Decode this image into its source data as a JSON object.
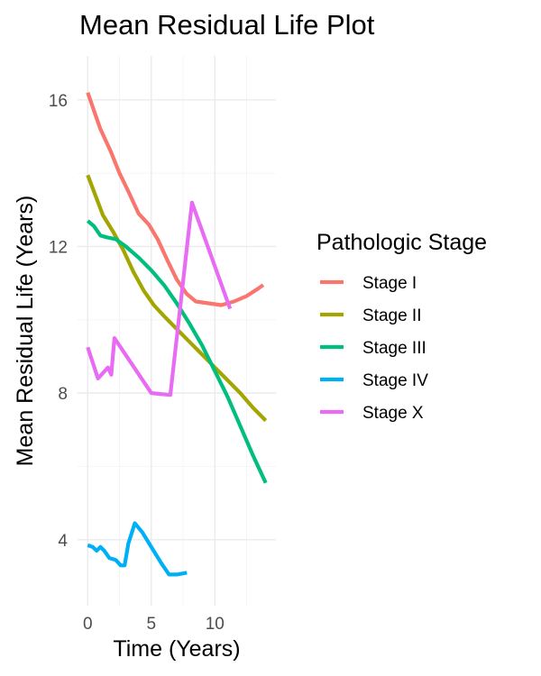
{
  "chart_data": {
    "type": "line",
    "title": "Mean Residual Life Plot",
    "xlabel": "Time (Years)",
    "ylabel": "Mean Residual Life (Years)",
    "xlim": [
      -0.8,
      14.8
    ],
    "ylim": [
      2.2,
      17.2
    ],
    "x_ticks": [
      0,
      5,
      10
    ],
    "y_ticks": [
      4,
      8,
      12,
      16
    ],
    "grid": true,
    "legend": {
      "title": "Pathologic Stage",
      "position": "right"
    },
    "series": [
      {
        "name": "Stage I",
        "color": "#F8766D",
        "points": [
          [
            0,
            16.2
          ],
          [
            0.5,
            15.7
          ],
          [
            1,
            15.2
          ],
          [
            1.8,
            14.6
          ],
          [
            2.5,
            14.0
          ],
          [
            3.2,
            13.5
          ],
          [
            4,
            12.9
          ],
          [
            4.8,
            12.6
          ],
          [
            5.5,
            12.2
          ],
          [
            6.3,
            11.6
          ],
          [
            7,
            11.1
          ],
          [
            7.8,
            10.7
          ],
          [
            8.5,
            10.5
          ],
          [
            9.5,
            10.45
          ],
          [
            10.5,
            10.4
          ],
          [
            11.5,
            10.5
          ],
          [
            12.5,
            10.65
          ],
          [
            13.4,
            10.85
          ],
          [
            13.8,
            10.95
          ]
        ]
      },
      {
        "name": "Stage II",
        "color": "#A3A500",
        "points": [
          [
            0,
            13.95
          ],
          [
            0.6,
            13.4
          ],
          [
            1.2,
            12.85
          ],
          [
            2,
            12.4
          ],
          [
            2.8,
            11.9
          ],
          [
            3.6,
            11.3
          ],
          [
            4.4,
            10.8
          ],
          [
            5.2,
            10.4
          ],
          [
            6,
            10.1
          ],
          [
            7,
            9.75
          ],
          [
            8,
            9.4
          ],
          [
            9,
            9.05
          ],
          [
            10,
            8.7
          ],
          [
            11,
            8.35
          ],
          [
            12,
            8.0
          ],
          [
            13,
            7.6
          ],
          [
            14,
            7.25
          ]
        ]
      },
      {
        "name": "Stage III",
        "color": "#00BF7D",
        "points": [
          [
            0,
            12.7
          ],
          [
            0.5,
            12.55
          ],
          [
            1,
            12.3
          ],
          [
            1.5,
            12.25
          ],
          [
            2.2,
            12.2
          ],
          [
            3,
            12.0
          ],
          [
            4,
            11.7
          ],
          [
            5,
            11.35
          ],
          [
            6,
            10.95
          ],
          [
            7,
            10.45
          ],
          [
            8,
            9.9
          ],
          [
            9,
            9.3
          ],
          [
            10,
            8.6
          ],
          [
            11,
            7.9
          ],
          [
            12,
            7.1
          ],
          [
            13,
            6.3
          ],
          [
            14,
            5.55
          ]
        ]
      },
      {
        "name": "Stage IV",
        "color": "#00B0F6",
        "points": [
          [
            0,
            3.85
          ],
          [
            0.4,
            3.8
          ],
          [
            0.7,
            3.7
          ],
          [
            1,
            3.8
          ],
          [
            1.3,
            3.7
          ],
          [
            1.7,
            3.5
          ],
          [
            2.2,
            3.45
          ],
          [
            2.6,
            3.3
          ],
          [
            2.9,
            3.3
          ],
          [
            3.2,
            3.9
          ],
          [
            3.7,
            4.45
          ],
          [
            4.3,
            4.2
          ],
          [
            5,
            3.8
          ],
          [
            5.8,
            3.35
          ],
          [
            6.4,
            3.05
          ],
          [
            7,
            3.05
          ],
          [
            7.8,
            3.1
          ]
        ]
      },
      {
        "name": "Stage X",
        "color": "#E76BF3",
        "points": [
          [
            0,
            9.25
          ],
          [
            0.8,
            8.4
          ],
          [
            1.6,
            8.7
          ],
          [
            1.85,
            8.5
          ],
          [
            2.1,
            9.5
          ],
          [
            5,
            8.0
          ],
          [
            6.5,
            7.95
          ],
          [
            8.2,
            13.2
          ],
          [
            11.2,
            10.3
          ]
        ]
      }
    ]
  }
}
